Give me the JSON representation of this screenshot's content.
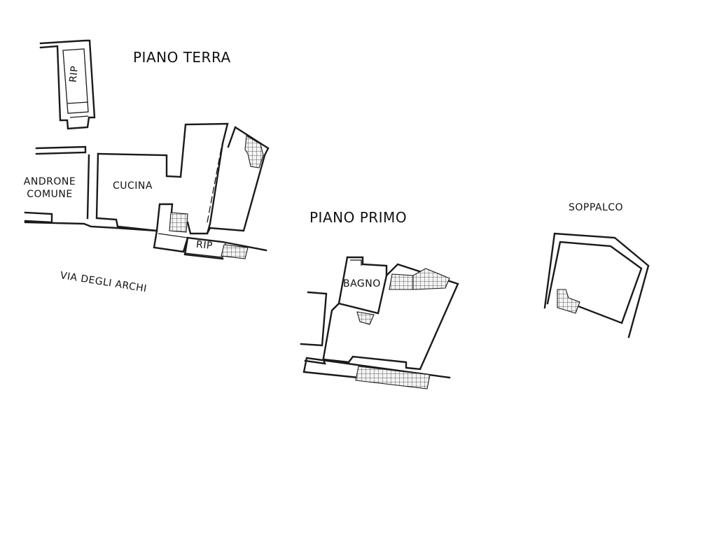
{
  "titles": {
    "piano_terra": "PIANO TERRA",
    "piano_primo": "PIANO PRIMO",
    "soppalco": "SOPPALCO"
  },
  "rooms": {
    "rip_upper": "RIP",
    "androne_line1": "ANDRONE",
    "androne_line2": "COMUNE",
    "cucina": "CUCINA",
    "rip_lower": "RIP",
    "bagno": "BAGNO"
  },
  "street": "VIA DEGLI ARCHI",
  "colors": {
    "line": "#1a1a1a",
    "background": "#ffffff"
  }
}
